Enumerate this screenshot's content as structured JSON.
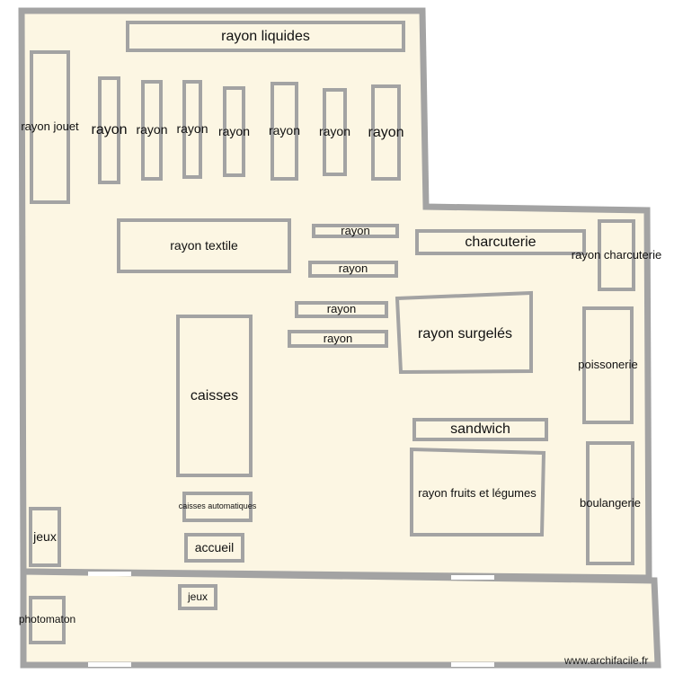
{
  "colors": {
    "floor": "#fcf6e3",
    "wall": "#a3a3a3",
    "door": "#ffffff"
  },
  "rooms": {
    "rayon_liquides": "rayon liquides",
    "rayon_jouet": "rayon jouet",
    "rayon_1": "rayon",
    "rayon_2": "rayon",
    "rayon_3": "rayon",
    "rayon_4": "rayon",
    "rayon_5": "rayon",
    "rayon_6": "rayon",
    "rayon_7": "rayon",
    "rayon_textile": "rayon textile",
    "rayon_small_1": "rayon",
    "rayon_small_2": "rayon",
    "rayon_small_3": "rayon",
    "rayon_small_4": "rayon",
    "charcuterie": "charcuterie",
    "rayon_charcuterie": "rayon charcuterie",
    "rayon_surgeles": "rayon surgelés",
    "poissonerie": "poissonerie",
    "caisses": "caisses",
    "sandwich": "sandwich",
    "rayon_fruits": "rayon fruits et légumes",
    "boulangerie": "boulangerie",
    "caisses_automatiques": "caisses automatiques",
    "accueil": "accueil",
    "jeux_1": "jeux",
    "jeux_2": "jeux",
    "photomaton": "photomaton"
  },
  "watermark": "www.archifacile.fr"
}
